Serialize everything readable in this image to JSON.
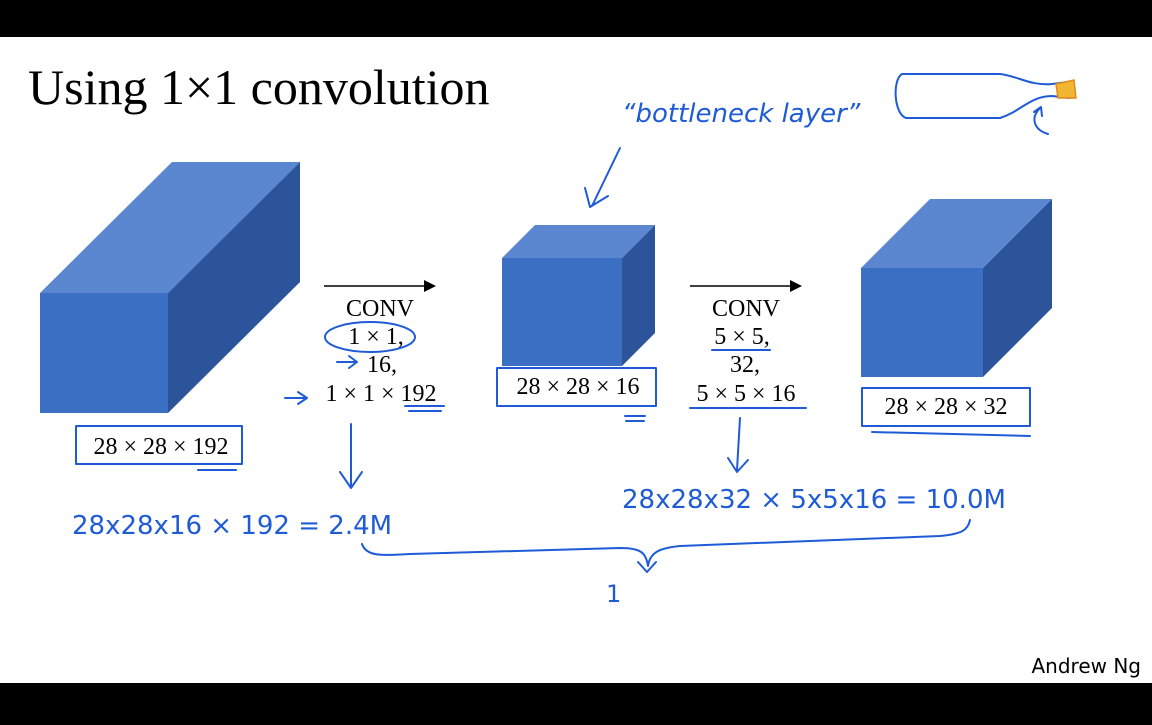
{
  "slide": {
    "title": "Using 1×1 convolution",
    "author": "Andrew Ng"
  },
  "volumes": {
    "input": {
      "label": "28 × 28 × 192"
    },
    "bottleneck": {
      "label": "28 × 28 × 16"
    },
    "output": {
      "label": "28 × 28 × 32"
    }
  },
  "conv1": {
    "op": "CONV",
    "size": "1 × 1,",
    "count": "16,",
    "filter": "1 × 1 × 192"
  },
  "conv2": {
    "op": "CONV",
    "size": "5 × 5,",
    "count": "32,",
    "filter": "5 × 5 × 16"
  },
  "annotations": {
    "bottleneck_note": "“bottleneck layer”",
    "cost1": "28x28x16  × 192 = 2.4M",
    "cost2": "28x28x32  × 5x5x16  =  10.0M",
    "total": "1"
  },
  "colors": {
    "cube_front": "#3b6fc4",
    "cube_top": "#5a87cf",
    "cube_side": "#2c549b",
    "ink": "#1f5bd6",
    "bottle_cap": "#f2b632"
  }
}
